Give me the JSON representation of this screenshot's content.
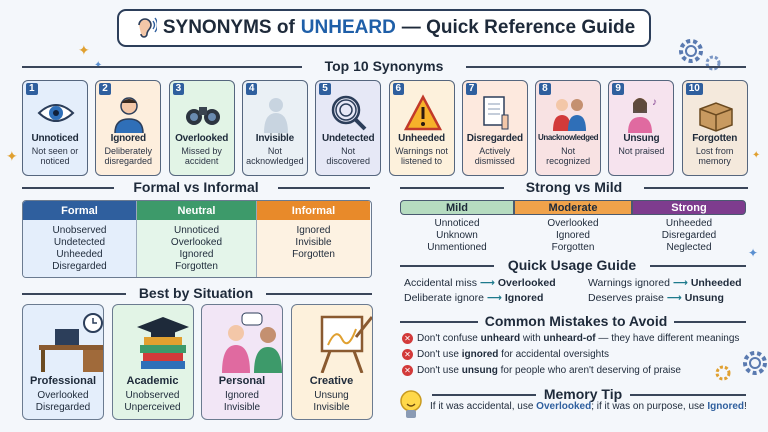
{
  "title": {
    "pre": "SYNONYMS of",
    "word": "UNHEARD",
    "post": "— Quick Reference Guide"
  },
  "top10": {
    "heading": "Top 10 Synonyms",
    "cards": [
      {
        "num": "1",
        "word": "Unnoticed",
        "desc": "Not seen or noticed",
        "bg": "#e4eefb"
      },
      {
        "num": "2",
        "word": "Ignored",
        "desc": "Deliberately disregarded",
        "bg": "#fdeedd"
      },
      {
        "num": "3",
        "word": "Overlooked",
        "desc": "Missed by accident",
        "bg": "#e2f4e6"
      },
      {
        "num": "4",
        "word": "Invisible",
        "desc": "Not acknowledged",
        "bg": "#eaf0f5"
      },
      {
        "num": "5",
        "word": "Undetected",
        "desc": "Not discovered",
        "bg": "#e6e8f6"
      },
      {
        "num": "6",
        "word": "Unheeded",
        "desc": "Warnings not listened to",
        "bg": "#fdf1dc"
      },
      {
        "num": "7",
        "word": "Disregarded",
        "desc": "Actively dismissed",
        "bg": "#fde9de"
      },
      {
        "num": "8",
        "word": "Unacknowledged",
        "desc": "Not recognized",
        "bg": "#f8e2e3"
      },
      {
        "num": "9",
        "word": "Unsung",
        "desc": "Not praised",
        "bg": "#f6e3ee"
      },
      {
        "num": "10",
        "word": "Forgotten",
        "desc": "Lost from memory",
        "bg": "#f4e9dc"
      }
    ]
  },
  "formal": {
    "heading": "Formal vs Informal",
    "cols": [
      {
        "name": "Formal",
        "items": [
          "Unobserved",
          "Undetected",
          "Unheeded",
          "Disregarded"
        ],
        "color": "#2f5f9e",
        "bg": "#e4eefb"
      },
      {
        "name": "Neutral",
        "items": [
          "Unnoticed",
          "Overlooked",
          "Ignored",
          "Forgotten"
        ],
        "color": "#3d9a6a",
        "bg": "#e4f5ea"
      },
      {
        "name": "Informal",
        "items": [
          "Ignored",
          "Invisible",
          "Forgotten"
        ],
        "color": "#e88a2a",
        "bg": "#fdf2e2"
      }
    ]
  },
  "strong": {
    "heading": "Strong vs Mild",
    "cols": [
      {
        "name": "Mild",
        "items": [
          "Unnoticed",
          "Unknown",
          "Unmentioned"
        ],
        "color": "#b6dcc0",
        "text": "#1e2a3a"
      },
      {
        "name": "Moderate",
        "items": [
          "Overlooked",
          "Ignored",
          "Forgotten"
        ],
        "color": "#f0a24a",
        "text": "#1e2a3a"
      },
      {
        "name": "Strong",
        "items": [
          "Unheeded",
          "Disregarded",
          "Neglected"
        ],
        "color": "#7e3c8e",
        "text": "#ffffff"
      }
    ]
  },
  "usage": {
    "heading": "Quick Usage Guide",
    "rows": [
      {
        "a": "Accidental miss",
        "aw": "Overlooked",
        "b": "Warnings ignored",
        "bw": "Unheeded"
      },
      {
        "a": "Deliberate ignore",
        "aw": "Ignored",
        "b": "Deserves praise",
        "bw": "Unsung"
      }
    ]
  },
  "situation": {
    "heading": "Best by Situation",
    "cards": [
      {
        "name": "Professional",
        "items": [
          "Overlooked",
          "Disregarded"
        ],
        "bg": "#e4eefb"
      },
      {
        "name": "Academic",
        "items": [
          "Unobserved",
          "Unperceived"
        ],
        "bg": "#e2f4e6"
      },
      {
        "name": "Personal",
        "items": [
          "Ignored",
          "Invisible"
        ],
        "bg": "#f2e6f6"
      },
      {
        "name": "Creative",
        "items": [
          "Unsung",
          "Invisible"
        ],
        "bg": "#fdf1dc"
      }
    ]
  },
  "mistakes": {
    "heading": "Common Mistakes to Avoid",
    "items": [
      {
        "p1": "Don't confuse ",
        "b1": "unheard",
        "p2": " with ",
        "b2": "unheard-of",
        "p3": " — they have different meanings"
      },
      {
        "p1": "Don't use ",
        "b1": "ignored",
        "p2": " for accidental oversights",
        "b2": "",
        "p3": ""
      },
      {
        "p1": "Don't use ",
        "b1": "unsung",
        "p2": " for people who aren't deserving of praise",
        "b2": "",
        "p3": ""
      }
    ]
  },
  "memory": {
    "heading": "Memory Tip",
    "p1": "If it was accidental, use ",
    "b1": "Overlooked",
    "p2": "; if it was on purpose, use ",
    "b2": "Ignored",
    "p3": "!"
  }
}
